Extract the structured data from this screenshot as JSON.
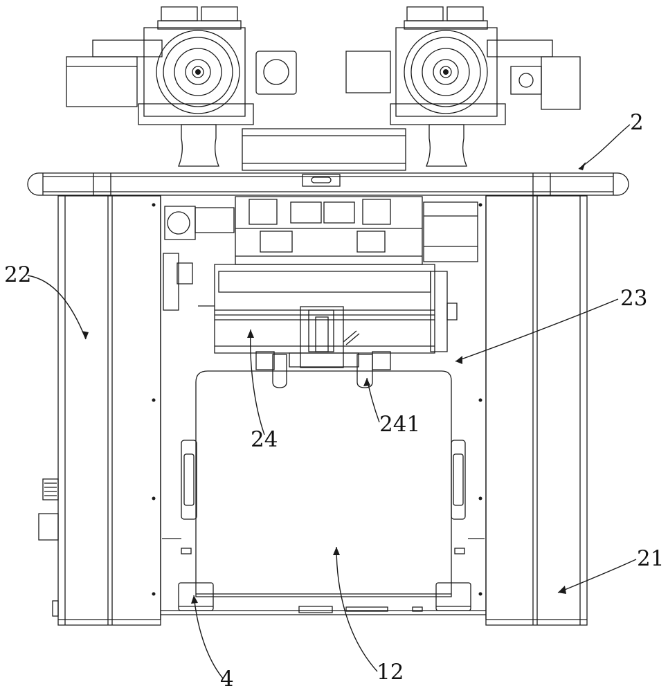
{
  "figure": {
    "labels": {
      "top_frame": "2",
      "left_side_panel": "22",
      "right_inner_region": "23",
      "upper_assembly": "24",
      "assembly_tab": "241",
      "right_side_panel": "21",
      "lower_bracket": "4",
      "center_bin": "12"
    },
    "line_color": "#1a1a1a"
  }
}
